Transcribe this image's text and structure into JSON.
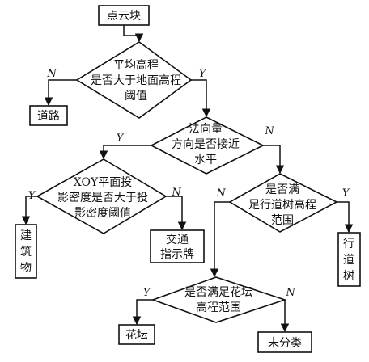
{
  "nodes": {
    "start": "点云块",
    "d1": [
      "平均高程",
      "是否大于地面高程",
      "阈值"
    ],
    "road": "道路",
    "d2": [
      "法向量",
      "方向是否接近",
      "水平"
    ],
    "d3": [
      "XOY平面投",
      "影密度是否大于投",
      "影密度阈值"
    ],
    "d4": [
      "是否满",
      "足行道树高程",
      "范围"
    ],
    "building": [
      "建",
      "筑",
      "物"
    ],
    "sign": [
      "交通",
      "指示牌"
    ],
    "tree": [
      "行",
      "道",
      "树"
    ],
    "d5": [
      "是否满足花坛",
      "高程范围"
    ],
    "flowerbed": "花坛",
    "unclassified": "未分类"
  },
  "branch_labels": {
    "yes": "Y",
    "no": "N"
  }
}
